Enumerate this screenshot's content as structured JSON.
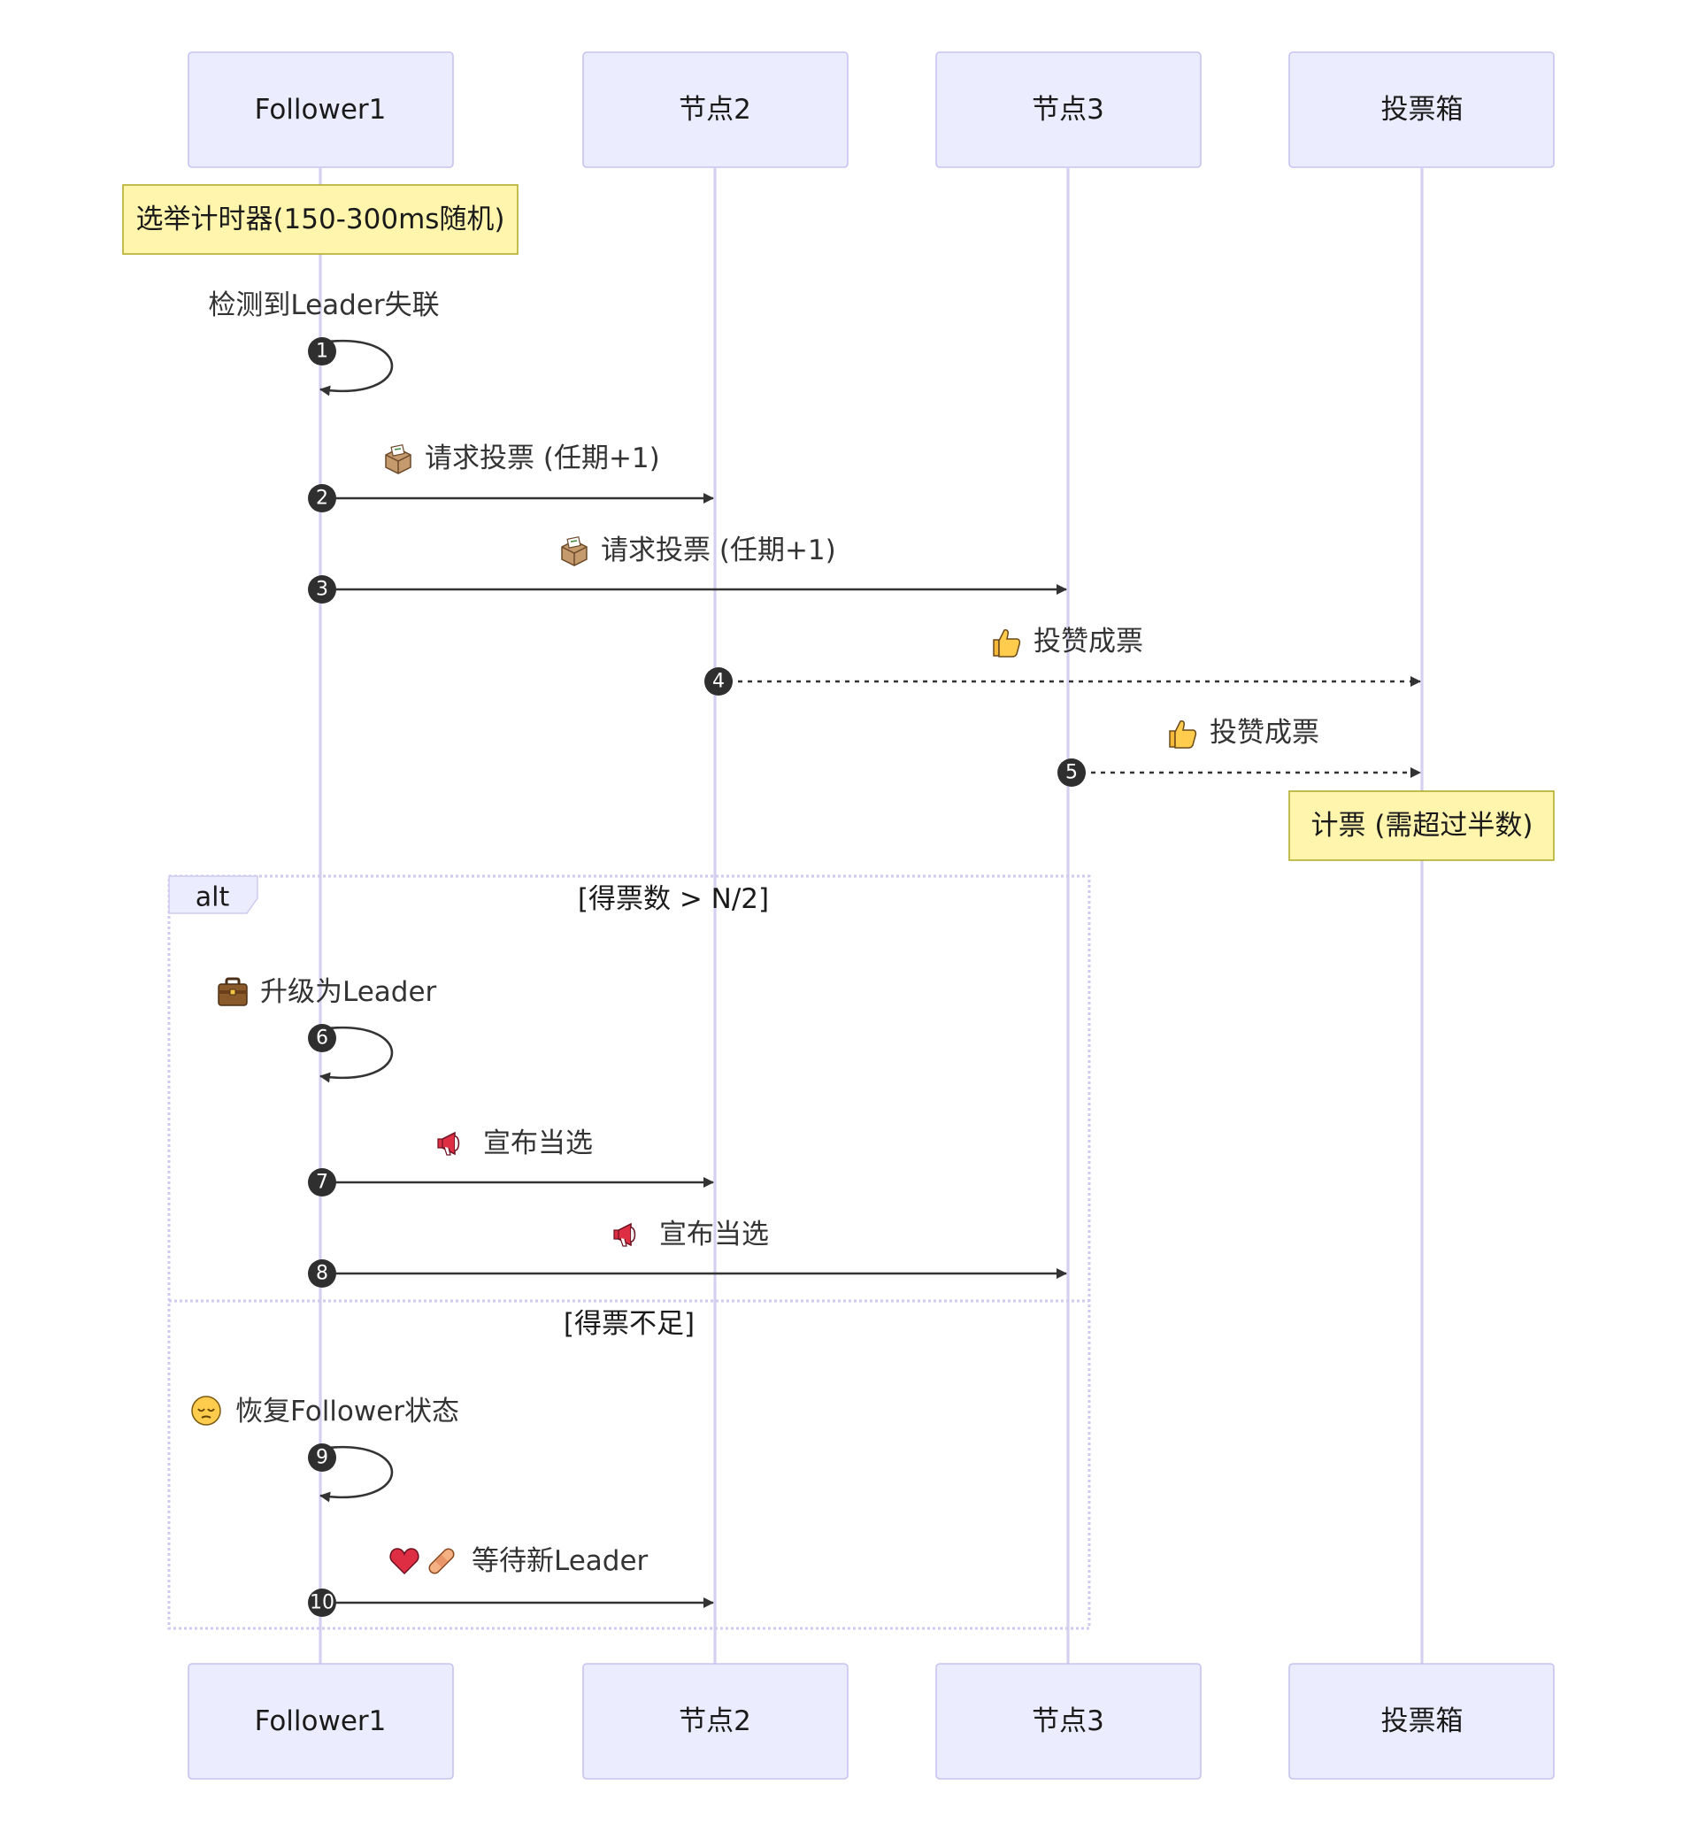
{
  "participants": [
    {
      "id": "p1",
      "label": "Follower1"
    },
    {
      "id": "p2",
      "label": "节点2"
    },
    {
      "id": "p3",
      "label": "节点3"
    },
    {
      "id": "p4",
      "label": "投票箱"
    }
  ],
  "notes": {
    "election_timer": "选举计时器(150-300ms随机)",
    "count_votes": "计票 (需超过半数)"
  },
  "messages": [
    {
      "seq": "1",
      "icon": "",
      "text": "检测到Leader失联"
    },
    {
      "seq": "2",
      "icon": "ballot-box-icon",
      "text": "请求投票 (任期+1)"
    },
    {
      "seq": "3",
      "icon": "ballot-box-icon",
      "text": "请求投票 (任期+1)"
    },
    {
      "seq": "4",
      "icon": "thumbs-up-icon",
      "text": "投赞成票"
    },
    {
      "seq": "5",
      "icon": "thumbs-up-icon",
      "text": "投赞成票"
    },
    {
      "seq": "6",
      "icon": "briefcase-icon",
      "text": "升级为Leader"
    },
    {
      "seq": "7",
      "icon": "megaphone-icon",
      "text": "宣布当选"
    },
    {
      "seq": "8",
      "icon": "megaphone-icon",
      "text": "宣布当选"
    },
    {
      "seq": "9",
      "icon": "pensive-face-icon",
      "text": "恢复Follower状态"
    },
    {
      "seq": "10",
      "icon": "heart-bandage-icon",
      "text": "等待新Leader"
    }
  ],
  "alt_frame": {
    "label": "alt",
    "condition_1": "[得票数 > N/2]",
    "condition_2": "[得票不足]"
  },
  "colors": {
    "actor_fill": "#ececff",
    "actor_border": "#c7c3f0",
    "lifeline": "#d5d0f0",
    "note_fill": "#fff5ad",
    "note_border": "#b3ad2e",
    "arrow": "#333333"
  }
}
